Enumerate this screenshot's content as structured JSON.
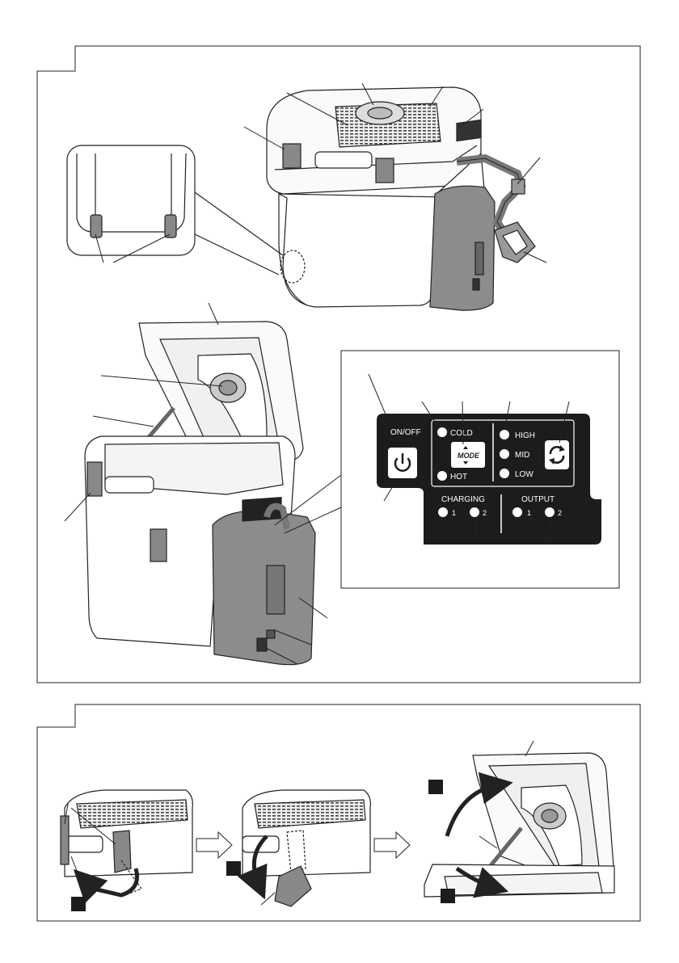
{
  "panel": {
    "on_off": "ON/OFF",
    "cold": "COLD",
    "hot": "HOT",
    "mode": "MODE",
    "high": "HIGH",
    "mid": "MID",
    "low": "LOW",
    "charging": "CHARGING",
    "output": "OUTPUT",
    "charging_1": "1",
    "charging_2": "2",
    "output_1": "1",
    "output_2": "2"
  },
  "colors": {
    "panel_bg": "#1c1c1c",
    "body_gray": "#8c8c8c",
    "line": "#222222"
  }
}
